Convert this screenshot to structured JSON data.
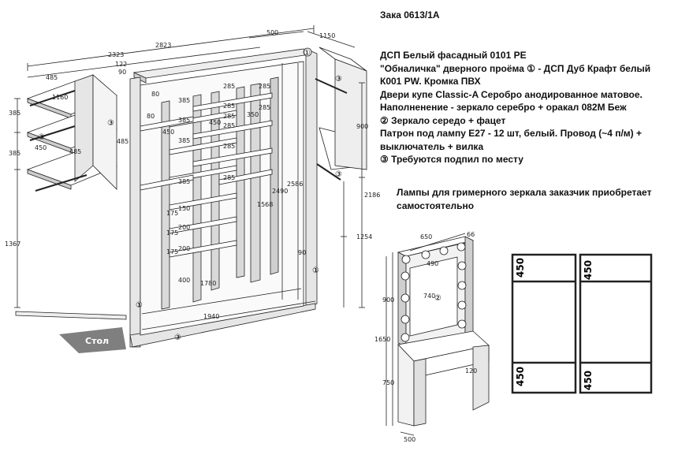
{
  "order_title": "Зака 0613/1А",
  "notes": [
    "ДСП Белый фасадный 0101 PE",
    "\"Обналичка\" дверного проёма ① - ДСП Дуб Крафт белый К001 PW. Кромка ПВХ",
    "Двери купе Classic-A Серобро анодированное матовое.",
    "Наполненение  - зеркало серебро + оракал 082М Беж",
    "② Зеркало середо + фацет",
    "Патрон под лампу Е27 - 12 шт, белый. Провод (~4 п/м) + выключатель + вилка",
    "③ Требуются подпил по месту"
  ],
  "lamp_note": "Лампы для гримерного зеркала заказчик приобретает самостоятельно",
  "stol_label": "Стол",
  "markers": {
    "m1": "①",
    "m2": "②",
    "m3": "③"
  },
  "dims": {
    "d2823": "2823",
    "d2323": "2323",
    "d500": "500",
    "d1150": "1150",
    "d122": "122",
    "d90": "90",
    "d485": "485",
    "d1160": "1160",
    "d385": "385",
    "d450": "450",
    "d1367": "1367",
    "d80": "80",
    "d285": "285",
    "d350": "350",
    "d150": "150",
    "d200": "200",
    "d175": "175",
    "d400": "400",
    "d1568": "1568",
    "d2490": "2490",
    "d2586": "2586",
    "d900": "900",
    "d2186": "2186",
    "d1254": "1254",
    "d1780": "1780",
    "d1940": "1940",
    "d650": "650",
    "d66": "66",
    "d740": "740",
    "d1650": "1650",
    "d750": "750",
    "d120": "120"
  },
  "colors": {
    "line": "#222222",
    "panel_grey": "#d9d9d9",
    "stol": "#7f7f7f",
    "mirror": "#666666"
  }
}
